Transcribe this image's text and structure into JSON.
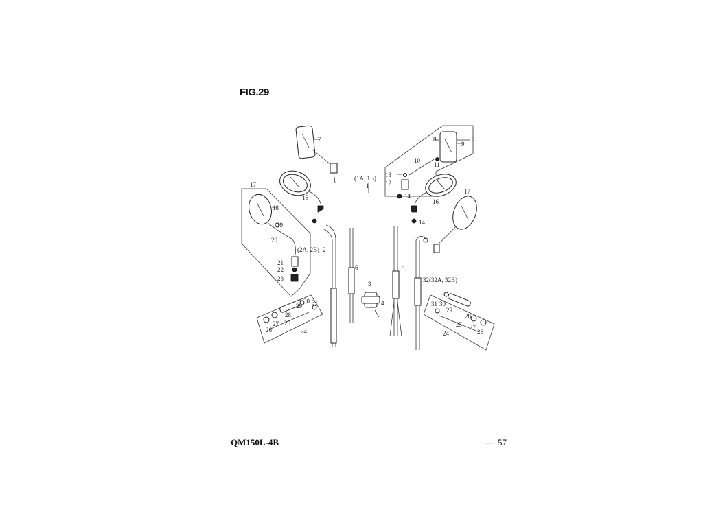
{
  "header": {
    "figure_title": "FIG.29"
  },
  "footer": {
    "model": "QM150L-4B",
    "dash": "—",
    "page_number": "57"
  },
  "callouts": {
    "c1": "(1A, 1B)",
    "c1b": "1",
    "c2": "(2A, 2B)",
    "c2b": "2",
    "c3": "3",
    "c4": "4",
    "c5": "5",
    "c6": "6",
    "c7a": "7",
    "c7b": "7",
    "c8": "8",
    "c9": "9",
    "c10": "10",
    "c11": "11",
    "c12": "12",
    "c13": "13",
    "c14a": "14",
    "c14b": "14",
    "c15": "15",
    "c16": "16",
    "c17a": "17",
    "c17b": "17",
    "c18": "18",
    "c19": "19",
    "c20": "20",
    "c21": "21",
    "c22": "22",
    "c23": "23",
    "c24a": "24",
    "c25a": "25",
    "c26a": "26",
    "c27a": "27",
    "c28a": "28",
    "c29a": "29",
    "c30a": "30",
    "c31a": "31",
    "c24b": "24",
    "c25b": "25",
    "c26b": "26",
    "c27b": "27",
    "c28b": "28",
    "c29b": "29",
    "c30b": "30",
    "c31b": "31",
    "c32": "32(32A, 32B)"
  }
}
